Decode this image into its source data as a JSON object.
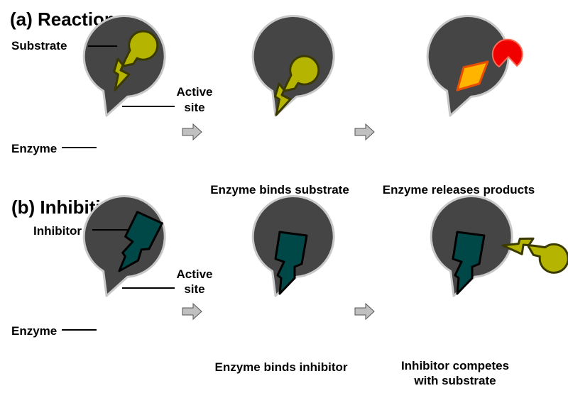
{
  "colors": {
    "enzyme": "#454545",
    "enzyme_stroke": "#c8c8c8",
    "substrate": "#b5b400",
    "substrate_stroke": "#3a3a00",
    "inhibitor": "#004848",
    "inhibitor_stroke": "#000000",
    "product_red": "#f10000",
    "product_red_stroke": "#ff6a55",
    "product_orange": "#ffb400",
    "product_orange_stroke": "#e84e00",
    "arrow_fill": "#c0c0c0",
    "arrow_stroke": "#555555"
  },
  "reaction": {
    "title": "(a) Reaction",
    "substrate_label": "Substrate",
    "active_site_line1": "Active",
    "active_site_line2": "site",
    "enzyme_label": "Enzyme",
    "caption_binds": "Enzyme binds substrate",
    "caption_releases": "Enzyme releases products"
  },
  "inhibition": {
    "title": "(b) Inhibition",
    "inhibitor_label": "Inhibitor",
    "active_site_line1": "Active",
    "active_site_line2": "site",
    "enzyme_label": "Enzyme",
    "caption_binds": "Enzyme binds inhibitor",
    "caption_competes_line1": "Inhibitor competes",
    "caption_competes_line2": "with substrate"
  }
}
